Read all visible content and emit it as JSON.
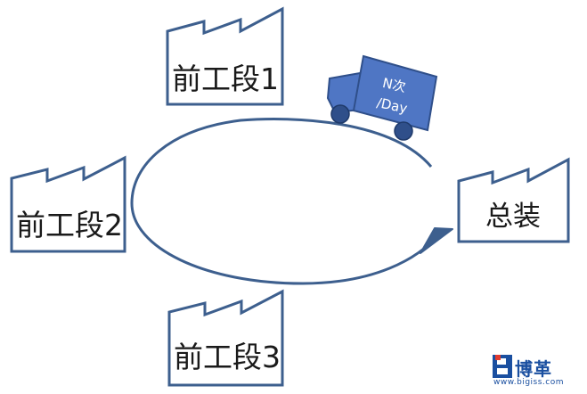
{
  "diagram": {
    "factories": [
      {
        "id": "front-stage-1",
        "label": "前工段1"
      },
      {
        "id": "front-stage-2",
        "label": "前工段2"
      },
      {
        "id": "front-stage-3",
        "label": "前工段3"
      }
    ],
    "assembly": {
      "label": "总装"
    },
    "truck": {
      "line1": "N次",
      "line2": "/Day"
    }
  },
  "colors": {
    "outline": "#3d5f8e",
    "truck_fill": "#4f76c4",
    "truck_dark": "#2f4f8a",
    "watermark": "#1a4fa0"
  },
  "watermark": {
    "brand": "博革",
    "url": "www.bigiss.com"
  }
}
